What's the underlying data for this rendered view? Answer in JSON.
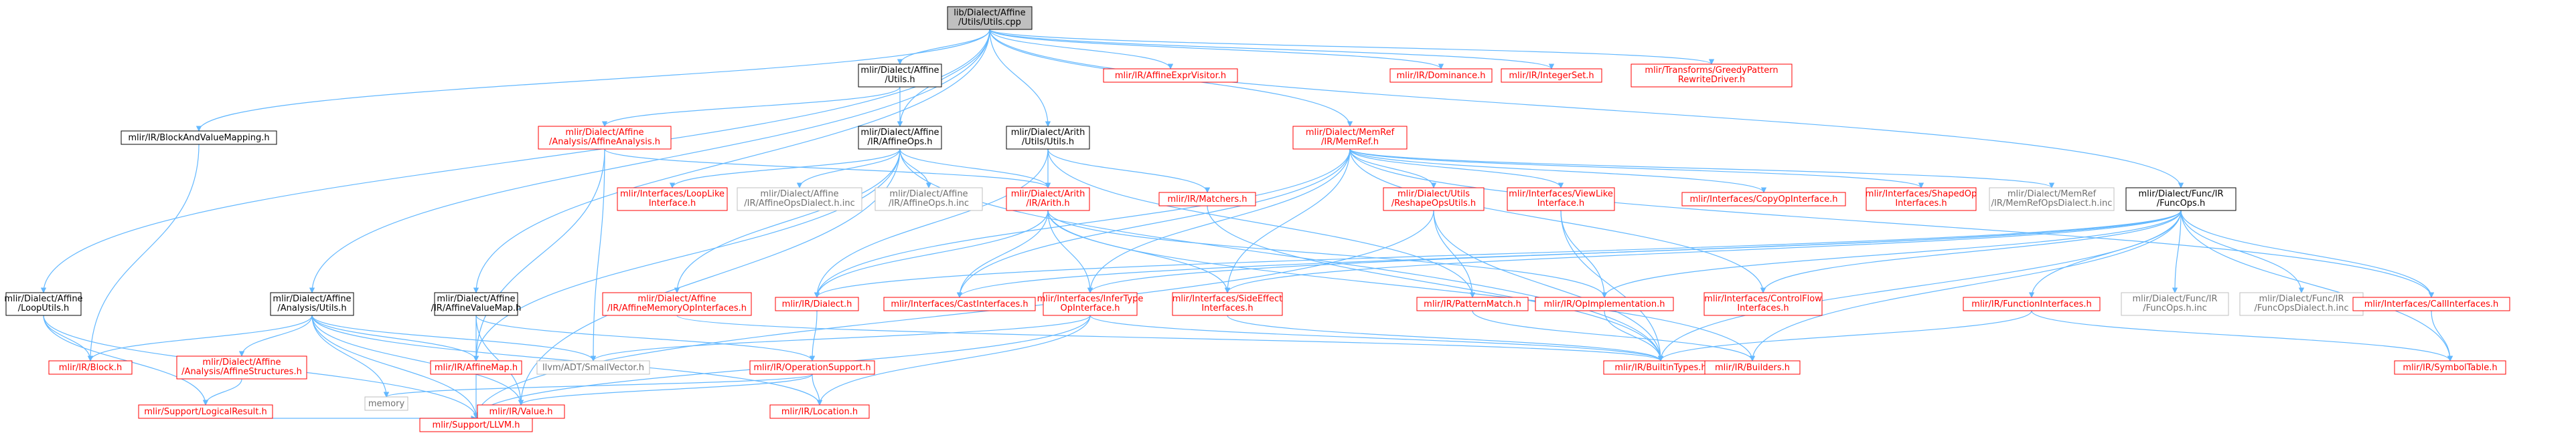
{
  "graph": {
    "edge_color": "#63b8ff",
    "nodes": [
      {
        "id": "utils_cpp",
        "label": [
          "lib/Dialect/Affine",
          "/Utils/Utils.cpp"
        ],
        "style": "focus"
      },
      {
        "id": "affine_looputils",
        "label": [
          "mlir/Dialect/Affine",
          "/LoopUtils.h"
        ],
        "style": "doc"
      },
      {
        "id": "blockandvaluemapping",
        "label": [
          "mlir/IR/BlockAndValueMapping.h"
        ],
        "style": "doc"
      },
      {
        "id": "affine_analysis_utils",
        "label": [
          "mlir/Dialect/Affine",
          "/Analysis/Utils.h"
        ],
        "style": "doc"
      },
      {
        "id": "affine_utils_h",
        "label": [
          "mlir/Dialect/Affine",
          "/Utils.h"
        ],
        "style": "doc"
      },
      {
        "id": "affine_affineanalysis",
        "label": [
          "mlir/Dialect/Affine",
          "/Analysis/AffineAnalysis.h"
        ],
        "style": "nodoc"
      },
      {
        "id": "affine_affineops",
        "label": [
          "mlir/Dialect/Affine",
          "/IR/AffineOps.h"
        ],
        "style": "doc"
      },
      {
        "id": "arith_utils",
        "label": [
          "mlir/Dialect/Arith",
          "/Utils/Utils.h"
        ],
        "style": "doc"
      },
      {
        "id": "affineexprvisitor",
        "label": [
          "mlir/IR/AffineExprVisitor.h"
        ],
        "style": "nodoc"
      },
      {
        "id": "memref_memref",
        "label": [
          "mlir/Dialect/MemRef",
          "/IR/MemRef.h"
        ],
        "style": "nodoc"
      },
      {
        "id": "dominance",
        "label": [
          "mlir/IR/Dominance.h"
        ],
        "style": "nodoc"
      },
      {
        "id": "integerset",
        "label": [
          "mlir/IR/IntegerSet.h"
        ],
        "style": "nodoc"
      },
      {
        "id": "greedypattern",
        "label": [
          "mlir/Transforms/GreedyPattern",
          "RewriteDriver.h"
        ],
        "style": "nodoc"
      },
      {
        "id": "affinevaluemap",
        "label": [
          "mlir/Dialect/Affine",
          "/IR/AffineValueMap.h"
        ],
        "style": "doc"
      },
      {
        "id": "looplikeinterface",
        "label": [
          "mlir/Interfaces/LoopLike",
          "Interface.h"
        ],
        "style": "nodoc"
      },
      {
        "id": "affineopsdialect_inc",
        "label": [
          "mlir/Dialect/Affine",
          "/IR/AffineOpsDialect.h.inc"
        ],
        "style": "ext"
      },
      {
        "id": "affineops_h_inc",
        "label": [
          "mlir/Dialect/Affine",
          "/IR/AffineOps.h.inc"
        ],
        "style": "ext"
      },
      {
        "id": "arith_arith",
        "label": [
          "mlir/Dialect/Arith",
          "/IR/Arith.h"
        ],
        "style": "nodoc"
      },
      {
        "id": "matchers",
        "label": [
          "mlir/IR/Matchers.h"
        ],
        "style": "nodoc"
      },
      {
        "id": "reshapeopsutils",
        "label": [
          "mlir/Dialect/Utils",
          "/ReshapeOpsUtils.h"
        ],
        "style": "nodoc"
      },
      {
        "id": "viewlikeinterface",
        "label": [
          "mlir/Interfaces/ViewLike",
          "Interface.h"
        ],
        "style": "nodoc"
      },
      {
        "id": "copyopinterface",
        "label": [
          "mlir/Interfaces/CopyOpInterface.h"
        ],
        "style": "nodoc"
      },
      {
        "id": "shapedopinterfaces",
        "label": [
          "mlir/Interfaces/ShapedOp",
          "Interfaces.h"
        ],
        "style": "nodoc"
      },
      {
        "id": "memrefopsdialect_inc",
        "label": [
          "mlir/Dialect/MemRef",
          "/IR/MemRefOpsDialect.h.inc"
        ],
        "style": "ext"
      },
      {
        "id": "func_funcops",
        "label": [
          "mlir/Dialect/Func/IR",
          "/FuncOps.h"
        ],
        "style": "doc"
      },
      {
        "id": "block_h",
        "label": [
          "mlir/IR/Block.h"
        ],
        "style": "nodoc"
      },
      {
        "id": "affinestructures",
        "label": [
          "mlir/Dialect/Affine",
          "/Analysis/AffineStructures.h"
        ],
        "style": "nodoc"
      },
      {
        "id": "memory",
        "label": [
          "memory"
        ],
        "style": "ext"
      },
      {
        "id": "affinemap",
        "label": [
          "mlir/IR/AffineMap.h"
        ],
        "style": "nodoc"
      },
      {
        "id": "smallvector",
        "label": [
          "llvm/ADT/SmallVector.h"
        ],
        "style": "ext"
      },
      {
        "id": "affinememoryop",
        "label": [
          "mlir/Dialect/Affine",
          "/IR/AffineMemoryOpInterfaces.h"
        ],
        "style": "nodoc"
      },
      {
        "id": "dialect_h",
        "label": [
          "mlir/IR/Dialect.h"
        ],
        "style": "nodoc"
      },
      {
        "id": "castinterfaces",
        "label": [
          "mlir/Interfaces/CastInterfaces.h"
        ],
        "style": "nodoc"
      },
      {
        "id": "infertype",
        "label": [
          "mlir/Interfaces/InferType",
          "OpInterface.h"
        ],
        "style": "nodoc"
      },
      {
        "id": "sideeffect",
        "label": [
          "mlir/Interfaces/SideEffect",
          "Interfaces.h"
        ],
        "style": "nodoc"
      },
      {
        "id": "patternmatch",
        "label": [
          "mlir/IR/PatternMatch.h"
        ],
        "style": "nodoc"
      },
      {
        "id": "opimplementation",
        "label": [
          "mlir/IR/OpImplementation.h"
        ],
        "style": "nodoc"
      },
      {
        "id": "controlflow",
        "label": [
          "mlir/Interfaces/ControlFlow",
          "Interfaces.h"
        ],
        "style": "nodoc"
      },
      {
        "id": "functioninterfaces",
        "label": [
          "mlir/IR/FunctionInterfaces.h"
        ],
        "style": "nodoc"
      },
      {
        "id": "funcops_h_inc",
        "label": [
          "mlir/Dialect/Func/IR",
          "/FuncOps.h.inc"
        ],
        "style": "ext"
      },
      {
        "id": "funcopsdialect_inc",
        "label": [
          "mlir/Dialect/Func/IR",
          "/FuncOpsDialect.h.inc"
        ],
        "style": "ext"
      },
      {
        "id": "callinterfaces",
        "label": [
          "mlir/Interfaces/CallInterfaces.h"
        ],
        "style": "nodoc"
      },
      {
        "id": "logicalresult",
        "label": [
          "mlir/Support/LogicalResult.h"
        ],
        "style": "nodoc"
      },
      {
        "id": "operationsupport",
        "label": [
          "mlir/IR/OperationSupport.h"
        ],
        "style": "nodoc"
      },
      {
        "id": "builtintypes",
        "label": [
          "mlir/IR/BuiltinTypes.h"
        ],
        "style": "nodoc"
      },
      {
        "id": "builders",
        "label": [
          "mlir/IR/Builders.h"
        ],
        "style": "nodoc"
      },
      {
        "id": "symboltable",
        "label": [
          "mlir/IR/SymbolTable.h"
        ],
        "style": "nodoc"
      },
      {
        "id": "value_h",
        "label": [
          "mlir/IR/Value.h"
        ],
        "style": "nodoc"
      },
      {
        "id": "location",
        "label": [
          "mlir/IR/Location.h"
        ],
        "style": "nodoc"
      },
      {
        "id": "llvm_h",
        "label": [
          "mlir/Support/LLVM.h"
        ],
        "style": "nodoc"
      }
    ],
    "edges": [
      [
        "utils_cpp",
        "affine_looputils"
      ],
      [
        "utils_cpp",
        "blockandvaluemapping"
      ],
      [
        "utils_cpp",
        "affine_analysis_utils"
      ],
      [
        "utils_cpp",
        "affine_utils_h"
      ],
      [
        "utils_cpp",
        "affine_affineops"
      ],
      [
        "utils_cpp",
        "arith_utils"
      ],
      [
        "utils_cpp",
        "affineexprvisitor"
      ],
      [
        "utils_cpp",
        "memref_memref"
      ],
      [
        "utils_cpp",
        "dominance"
      ],
      [
        "utils_cpp",
        "integerset"
      ],
      [
        "utils_cpp",
        "greedypattern"
      ],
      [
        "utils_cpp",
        "affinevaluemap"
      ],
      [
        "utils_cpp",
        "func_funcops"
      ],
      [
        "affine_looputils",
        "block_h"
      ],
      [
        "affine_looputils",
        "logicalresult"
      ],
      [
        "affine_looputils",
        "llvm_h"
      ],
      [
        "blockandvaluemapping",
        "block_h"
      ],
      [
        "affine_analysis_utils",
        "block_h"
      ],
      [
        "affine_analysis_utils",
        "affinestructures"
      ],
      [
        "affine_analysis_utils",
        "memory"
      ],
      [
        "affine_analysis_utils",
        "affinemap"
      ],
      [
        "affine_analysis_utils",
        "smallvector"
      ],
      [
        "affine_analysis_utils",
        "llvm_h"
      ],
      [
        "affine_analysis_utils",
        "location"
      ],
      [
        "affine_analysis_utils",
        "value_h"
      ],
      [
        "affine_utils_h",
        "affine_affineanalysis"
      ],
      [
        "affine_utils_h",
        "affine_affineops"
      ],
      [
        "affine_affineanalysis",
        "arith_arith"
      ],
      [
        "affine_affineanalysis",
        "affinemap"
      ],
      [
        "affine_affineanalysis",
        "smallvector"
      ],
      [
        "affine_affineops",
        "affinememoryop"
      ],
      [
        "affine_affineops",
        "looplikeinterface"
      ],
      [
        "affine_affineops",
        "affineopsdialect_inc"
      ],
      [
        "affine_affineops",
        "affineops_h_inc"
      ],
      [
        "affine_affineops",
        "arith_arith"
      ],
      [
        "affine_affineops",
        "builtintypes"
      ],
      [
        "affine_affineops",
        "value_h"
      ],
      [
        "affine_affineops",
        "affinemap"
      ],
      [
        "arith_utils",
        "arith_arith"
      ],
      [
        "arith_utils",
        "matchers"
      ],
      [
        "arith_utils",
        "patternmatch"
      ],
      [
        "arith_utils",
        "dialect_h"
      ],
      [
        "memref_memref",
        "reshapeopsutils"
      ],
      [
        "memref_memref",
        "viewlikeinterface"
      ],
      [
        "memref_memref",
        "copyopinterface"
      ],
      [
        "memref_memref",
        "shapedopinterfaces"
      ],
      [
        "memref_memref",
        "memrefopsdialect_inc"
      ],
      [
        "memref_memref",
        "callinterfaces"
      ],
      [
        "memref_memref",
        "castinterfaces"
      ],
      [
        "memref_memref",
        "controlflow"
      ],
      [
        "memref_memref",
        "infertype"
      ],
      [
        "memref_memref",
        "sideeffect"
      ],
      [
        "memref_memref",
        "dialect_h"
      ],
      [
        "affinevaluemap",
        "affinemap"
      ],
      [
        "affinevaluemap",
        "operationsupport"
      ],
      [
        "affinevaluemap",
        "value_h"
      ],
      [
        "arith_arith",
        "dialect_h"
      ],
      [
        "arith_arith",
        "castinterfaces"
      ],
      [
        "arith_arith",
        "infertype"
      ],
      [
        "arith_arith",
        "sideeffect"
      ],
      [
        "arith_arith",
        "opimplementation"
      ],
      [
        "arith_arith",
        "builders"
      ],
      [
        "matchers",
        "builtintypes"
      ],
      [
        "reshapeopsutils",
        "patternmatch"
      ],
      [
        "reshapeopsutils",
        "builtintypes"
      ],
      [
        "reshapeopsutils",
        "llvm_h"
      ],
      [
        "viewlikeinterface",
        "opimplementation"
      ],
      [
        "viewlikeinterface",
        "builtintypes"
      ],
      [
        "func_funcops",
        "builders"
      ],
      [
        "func_funcops",
        "builtintypes"
      ],
      [
        "func_funcops",
        "dialect_h"
      ],
      [
        "func_funcops",
        "functioninterfaces"
      ],
      [
        "func_funcops",
        "opimplementation"
      ],
      [
        "func_funcops",
        "symboltable"
      ],
      [
        "func_funcops",
        "callinterfaces"
      ],
      [
        "func_funcops",
        "castinterfaces"
      ],
      [
        "func_funcops",
        "controlflow"
      ],
      [
        "func_funcops",
        "infertype"
      ],
      [
        "func_funcops",
        "sideeffect"
      ],
      [
        "func_funcops",
        "funcops_h_inc"
      ],
      [
        "func_funcops",
        "funcopsdialect_inc"
      ],
      [
        "affinestructures",
        "logicalresult"
      ],
      [
        "affinemap",
        "llvm_h"
      ],
      [
        "affinememoryop",
        "builtintypes"
      ],
      [
        "dialect_h",
        "operationsupport"
      ],
      [
        "infertype",
        "builtintypes"
      ],
      [
        "infertype",
        "location"
      ],
      [
        "infertype",
        "smallvector"
      ],
      [
        "infertype",
        "llvm_h"
      ],
      [
        "sideeffect",
        "builtintypes"
      ],
      [
        "patternmatch",
        "builders"
      ],
      [
        "opimplementation",
        "builtintypes"
      ],
      [
        "functioninterfaces",
        "builtintypes"
      ],
      [
        "functioninterfaces",
        "symboltable"
      ],
      [
        "callinterfaces",
        "symboltable"
      ],
      [
        "logicalresult",
        "llvm_h"
      ],
      [
        "operationsupport",
        "location"
      ],
      [
        "operationsupport",
        "memory"
      ],
      [
        "operationsupport",
        "value_h"
      ],
      [
        "value_h",
        "llvm_h"
      ]
    ]
  }
}
